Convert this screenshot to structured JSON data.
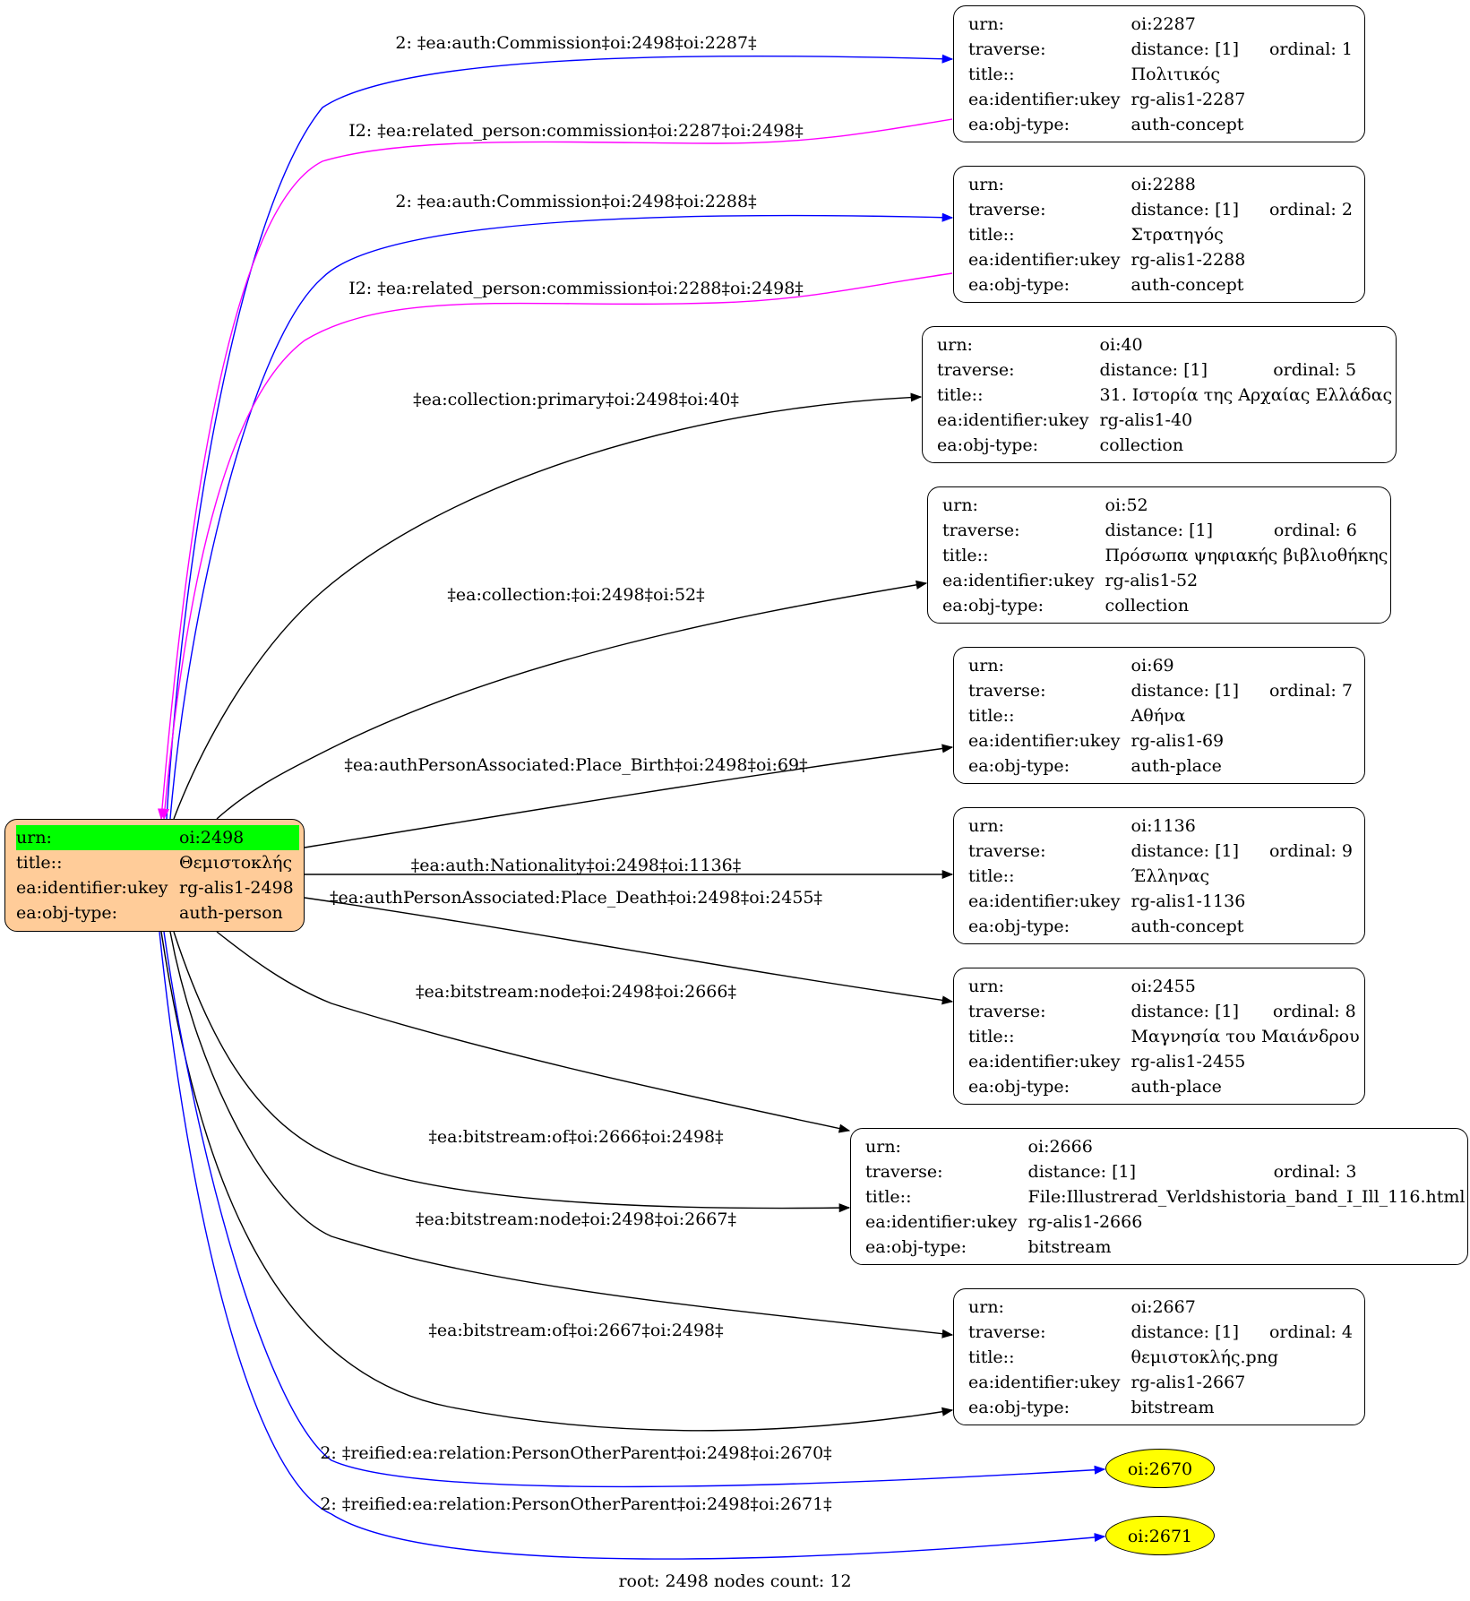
{
  "root": {
    "rows": [
      {
        "key": "urn:",
        "value": "oi:2498"
      },
      {
        "key": "title::",
        "value": "Θεμιστοκλής"
      },
      {
        "key": "ea:identifier:ukey",
        "value": "rg-alis1-2498"
      },
      {
        "key": "ea:obj-type:",
        "value": "auth-person"
      }
    ],
    "fill": "#ffcc99",
    "highlight": "#00ff00"
  },
  "nodes": [
    {
      "urn_label": "urn:",
      "urn": "oi:2287",
      "traverse_label": "traverse:",
      "distance": "distance: [1]",
      "ordinal": "ordinal: 1",
      "title_label": "title::",
      "title": "Πολιτικός",
      "ukey_label": "ea:identifier:ukey",
      "ukey": "rg-alis1-2287",
      "type_label": "ea:obj-type:",
      "type": "auth-concept"
    },
    {
      "urn_label": "urn:",
      "urn": "oi:2288",
      "traverse_label": "traverse:",
      "distance": "distance: [1]",
      "ordinal": "ordinal: 2",
      "title_label": "title::",
      "title": "Στρατηγός",
      "ukey_label": "ea:identifier:ukey",
      "ukey": "rg-alis1-2288",
      "type_label": "ea:obj-type:",
      "type": "auth-concept"
    },
    {
      "urn_label": "urn:",
      "urn": "oi:40",
      "traverse_label": "traverse:",
      "distance": "distance: [1]",
      "ordinal": "ordinal: 5",
      "title_label": "title::",
      "title": "31. Ιστορία της Αρχαίας Ελλάδας",
      "ukey_label": "ea:identifier:ukey",
      "ukey": "rg-alis1-40",
      "type_label": "ea:obj-type:",
      "type": "collection"
    },
    {
      "urn_label": "urn:",
      "urn": "oi:52",
      "traverse_label": "traverse:",
      "distance": "distance: [1]",
      "ordinal": "ordinal: 6",
      "title_label": "title::",
      "title": "Πρόσωπα ψηφιακής βιβλιοθήκης",
      "ukey_label": "ea:identifier:ukey",
      "ukey": "rg-alis1-52",
      "type_label": "ea:obj-type:",
      "type": "collection"
    },
    {
      "urn_label": "urn:",
      "urn": "oi:69",
      "traverse_label": "traverse:",
      "distance": "distance: [1]",
      "ordinal": "ordinal: 7",
      "title_label": "title::",
      "title": "Αθήνα",
      "ukey_label": "ea:identifier:ukey",
      "ukey": "rg-alis1-69",
      "type_label": "ea:obj-type:",
      "type": "auth-place"
    },
    {
      "urn_label": "urn:",
      "urn": "oi:1136",
      "traverse_label": "traverse:",
      "distance": "distance: [1]",
      "ordinal": "ordinal: 9",
      "title_label": "title::",
      "title": "Έλληνας",
      "ukey_label": "ea:identifier:ukey",
      "ukey": "rg-alis1-1136",
      "type_label": "ea:obj-type:",
      "type": "auth-concept"
    },
    {
      "urn_label": "urn:",
      "urn": "oi:2455",
      "traverse_label": "traverse:",
      "distance": "distance: [1]",
      "ordinal": "ordinal: 8",
      "title_label": "title::",
      "title": "Μαγνησία του Μαιάνδρου",
      "ukey_label": "ea:identifier:ukey",
      "ukey": "rg-alis1-2455",
      "type_label": "ea:obj-type:",
      "type": "auth-place"
    },
    {
      "urn_label": "urn:",
      "urn": "oi:2666",
      "traverse_label": "traverse:",
      "distance": "distance: [1]",
      "ordinal": "ordinal: 3",
      "title_label": "title::",
      "title": "File:Illustrerad_Verldshistoria_band_I_Ill_116.html",
      "ukey_label": "ea:identifier:ukey",
      "ukey": "rg-alis1-2666",
      "type_label": "ea:obj-type:",
      "type": "bitstream"
    },
    {
      "urn_label": "urn:",
      "urn": "oi:2667",
      "traverse_label": "traverse:",
      "distance": "distance: [1]",
      "ordinal": "ordinal: 4",
      "title_label": "title::",
      "title": "θεμιστοκλής.png",
      "ukey_label": "ea:identifier:ukey",
      "ukey": "rg-alis1-2667",
      "type_label": "ea:obj-type:",
      "type": "bitstream"
    }
  ],
  "ellipses": [
    "oi:2670",
    "oi:2671"
  ],
  "ellipse_fill": "#ffff00",
  "edges": [
    {
      "label": "2: ‡ea:auth:Commission‡oi:2498‡oi:2287‡",
      "color": "#0000ff"
    },
    {
      "label": "I2: ‡ea:related_person:commission‡oi:2287‡oi:2498‡",
      "color": "#ff00ff"
    },
    {
      "label": "2: ‡ea:auth:Commission‡oi:2498‡oi:2288‡",
      "color": "#0000ff"
    },
    {
      "label": "I2: ‡ea:related_person:commission‡oi:2288‡oi:2498‡",
      "color": "#ff00ff"
    },
    {
      "label": "‡ea:collection:primary‡oi:2498‡oi:40‡",
      "color": "#000000"
    },
    {
      "label": "‡ea:collection:‡oi:2498‡oi:52‡",
      "color": "#000000"
    },
    {
      "label": "‡ea:authPersonAssociated:Place_Birth‡oi:2498‡oi:69‡",
      "color": "#000000"
    },
    {
      "label": "‡ea:auth:Nationality‡oi:2498‡oi:1136‡",
      "color": "#000000"
    },
    {
      "label": "‡ea:authPersonAssociated:Place_Death‡oi:2498‡oi:2455‡",
      "color": "#000000"
    },
    {
      "label": "‡ea:bitstream:node‡oi:2498‡oi:2666‡",
      "color": "#000000"
    },
    {
      "label": "‡ea:bitstream:of‡oi:2666‡oi:2498‡",
      "color": "#000000"
    },
    {
      "label": "‡ea:bitstream:node‡oi:2498‡oi:2667‡",
      "color": "#000000"
    },
    {
      "label": "‡ea:bitstream:of‡oi:2667‡oi:2498‡",
      "color": "#000000"
    },
    {
      "label": "2: ‡reified:ea:relation:PersonOtherParent‡oi:2498‡oi:2670‡",
      "color": "#0000ff"
    },
    {
      "label": "2: ‡reified:ea:relation:PersonOtherParent‡oi:2498‡oi:2671‡",
      "color": "#0000ff"
    }
  ],
  "footer": "root: 2498 nodes count: 12"
}
